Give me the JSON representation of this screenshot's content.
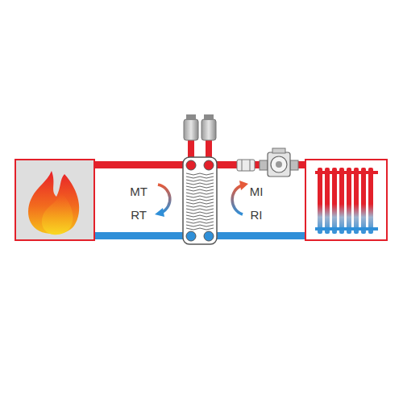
{
  "diagram": {
    "labels": [
      "MT",
      "RT",
      "MI",
      "RI"
    ]
  }
}
